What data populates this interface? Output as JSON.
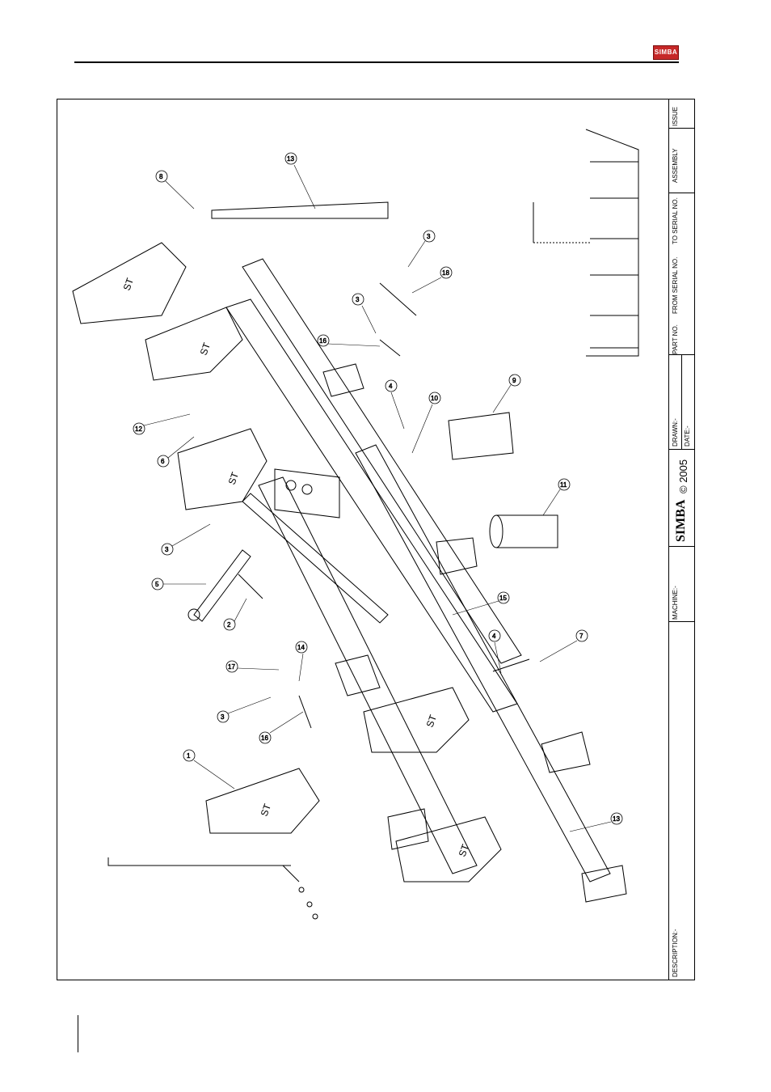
{
  "header": {
    "logo_text": "SIMBA"
  },
  "title_block": {
    "issue_label": "ISSUE",
    "assembly_label": "ASSEMBLY",
    "to_serial_label": "TO SERIAL NO.",
    "from_serial_label": "FROM SERIAL NO.",
    "part_no_label": "PART NO.",
    "drawn_label": "DRAWN:-",
    "date_label": "DATE:-",
    "brand_mark": "SIMBA",
    "copyright": "© 2005",
    "machine_label": "MACHINE:-",
    "description_label": "DESCRIPTION:-"
  },
  "callouts": [
    "1",
    "2",
    "3",
    "3",
    "3",
    "3",
    "4",
    "4",
    "5",
    "6",
    "7",
    "8",
    "9",
    "10",
    "11",
    "12",
    "13",
    "13",
    "14",
    "15",
    "16",
    "16",
    "17",
    "18"
  ],
  "part_labels": [
    "ST",
    "ST",
    "ST",
    "ST",
    "ST",
    "ST"
  ],
  "colors": {
    "logo_red": "#c62828",
    "line": "#000000"
  }
}
